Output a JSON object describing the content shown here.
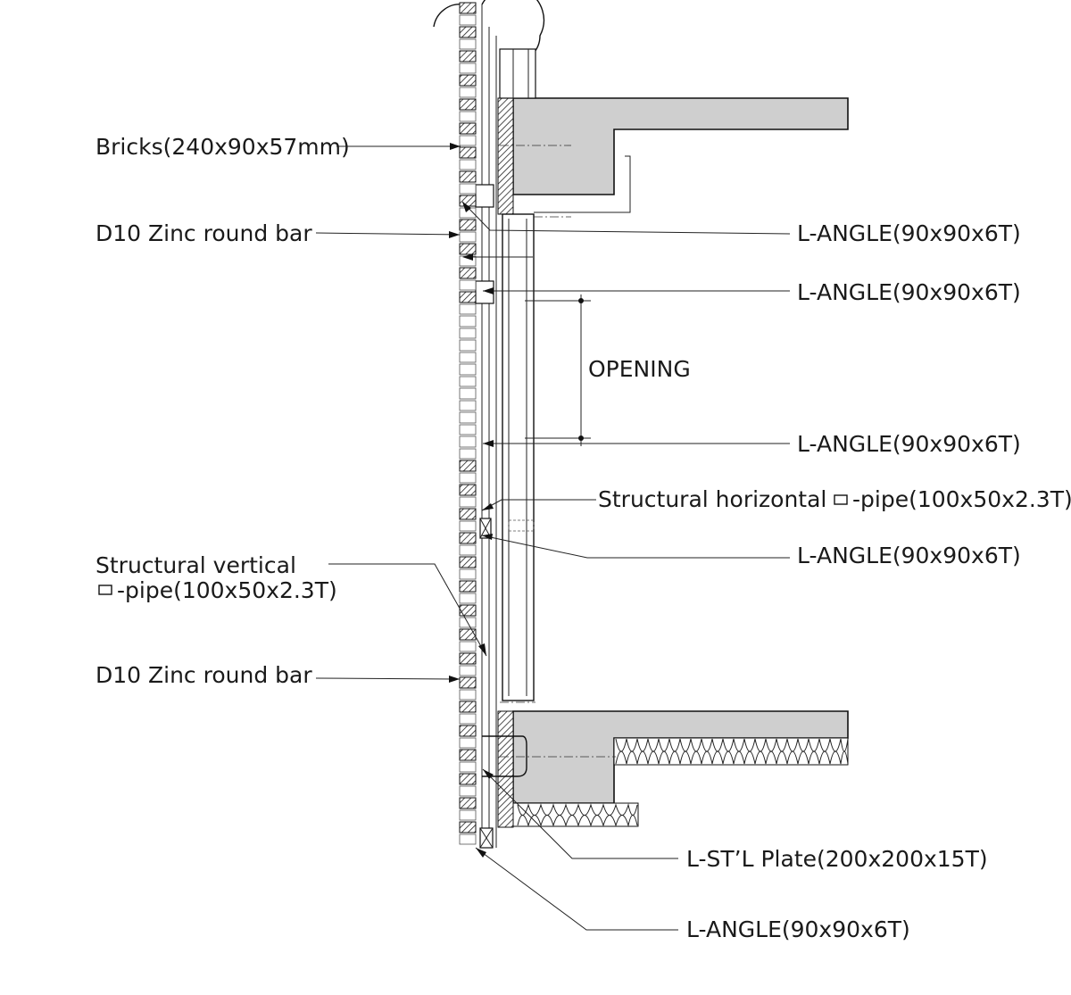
{
  "labels": {
    "bricks": "Bricks(240x90x57mm)",
    "d10_top": "D10 Zinc round bar",
    "d10_bottom": "D10 Zinc round bar",
    "struct_vertical_line1": "Structural vertical",
    "struct_vertical_line2": "-pipe(100x50x2.3T)",
    "angle_1": "L-ANGLE(90x90x6T)",
    "angle_2": "L-ANGLE(90x90x6T)",
    "opening": "OPENING",
    "angle_3": "L-ANGLE(90x90x6T)",
    "struct_horizontal_part1": "Structural horizontal",
    "struct_horizontal_part2": "-pipe(100x50x2.3T)",
    "angle_4": "L-ANGLE(90x90x6T)",
    "stl_plate": "L-ST’L Plate(200x200x15T)",
    "angle_5": "L-ANGLE(90x90x6T)"
  },
  "colors": {
    "line": "#111111",
    "slab_fill": "#cfcfcf",
    "text": "#1a1a1a"
  }
}
